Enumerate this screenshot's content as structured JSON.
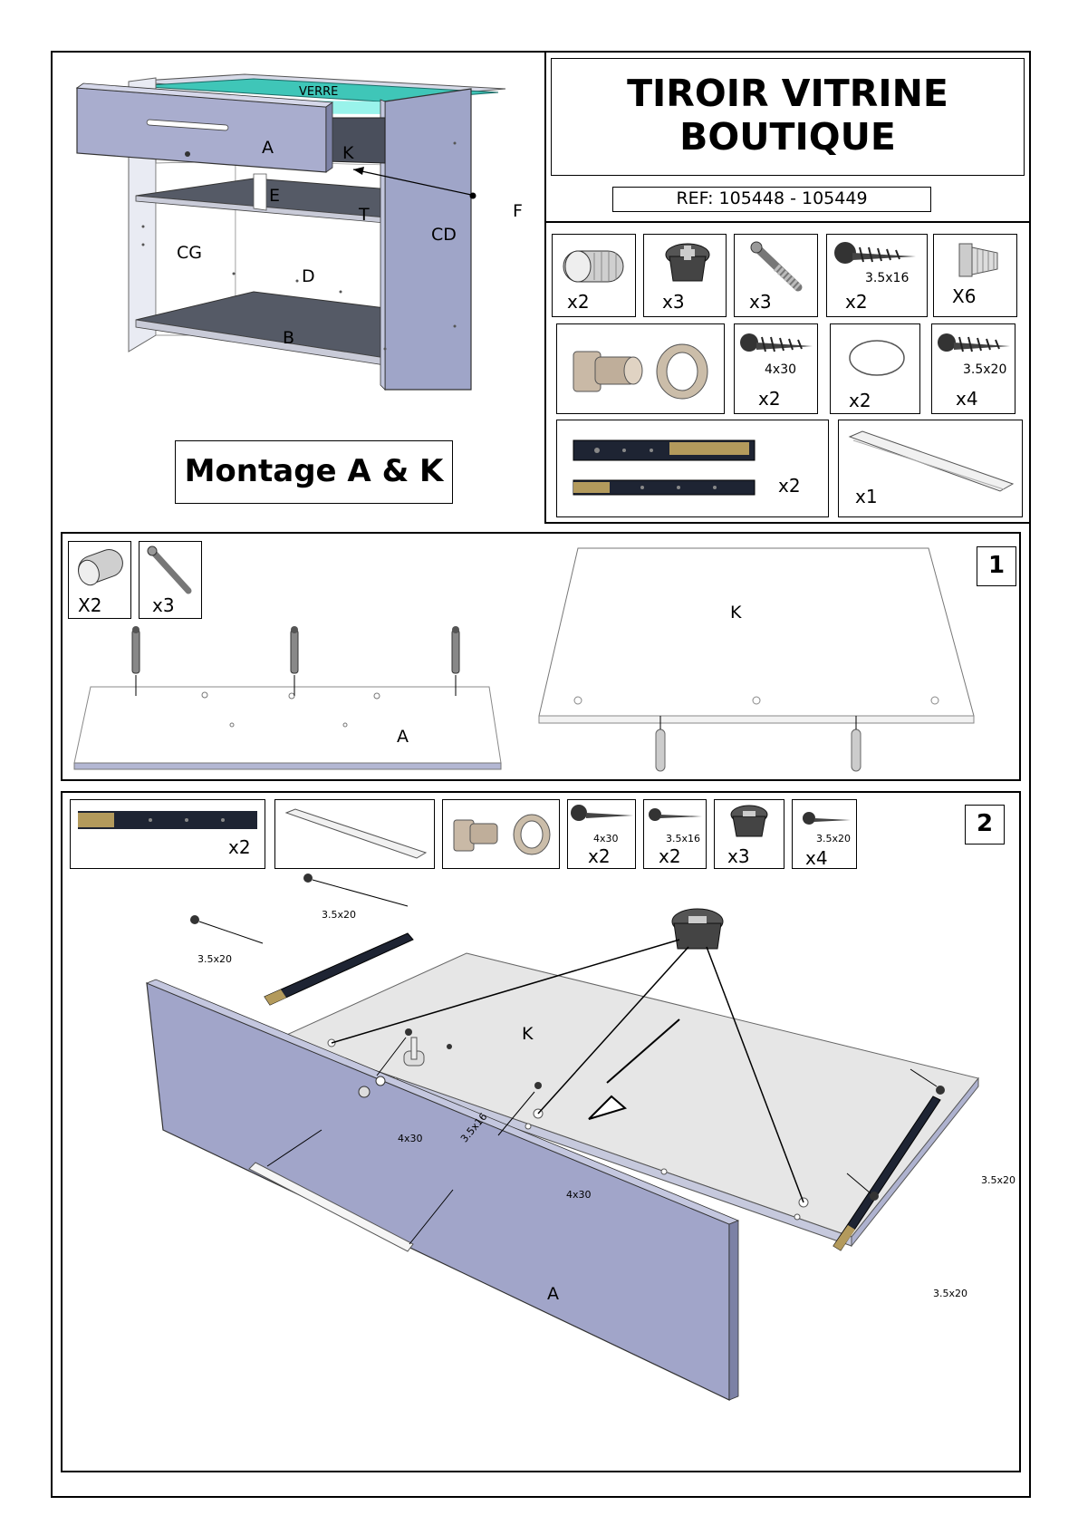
{
  "title_line1": "TIROIR VITRINE",
  "title_line2": "BOUTIQUE",
  "ref": "REF: 105448 - 105449",
  "montage": "Montage A & K",
  "overview_labels": {
    "verre": "VERRE",
    "a": "A",
    "k": "K",
    "f": "F",
    "e": "E",
    "t": "T",
    "cd": "CD",
    "cg": "CG",
    "d": "D",
    "b": "B"
  },
  "parts": [
    {
      "icon": "dowel-icon",
      "qty": "x2"
    },
    {
      "icon": "cam-lock-icon",
      "qty": "x3"
    },
    {
      "icon": "cam-bolt-icon",
      "qty": "x3"
    },
    {
      "icon": "screw-icon",
      "size": "3.5x16",
      "qty": "x2"
    },
    {
      "icon": "plastic-anchor-icon",
      "qty": "X6"
    },
    {
      "icon": "drawer-lock-icon",
      "qty": ""
    },
    {
      "icon": "screw-icon",
      "size": "4x30",
      "qty": "x2"
    },
    {
      "icon": "ring-icon",
      "qty": "x2"
    },
    {
      "icon": "screw-icon",
      "size": "3.5x20",
      "qty": "x4"
    },
    {
      "icon": "drawer-slide-icon",
      "qty": "x2"
    },
    {
      "icon": "handle-icon",
      "qty": "x1"
    }
  ],
  "step1": {
    "number": "1",
    "dowel_qty": "X2",
    "bolt_qty": "x3",
    "label_a": "A",
    "label_k": "K"
  },
  "step2": {
    "number": "2",
    "slide_qty": "x2",
    "screw_4x30_size": "4x30",
    "screw_4x30_qty": "x2",
    "screw_3516_size": "3.5x16",
    "screw_3516_qty": "x2",
    "cam_qty": "x3",
    "screw_3520_size": "3.5x20",
    "screw_3520_qty": "x4",
    "label_k": "K",
    "label_a": "A",
    "callouts": {
      "tl1": "3.5x20",
      "tl2": "3.5x20",
      "r1": "3.5x20",
      "r2": "3.5x20",
      "c4x30a": "4x30",
      "c3516": "3.5x16",
      "c4x30b": "4x30"
    }
  }
}
